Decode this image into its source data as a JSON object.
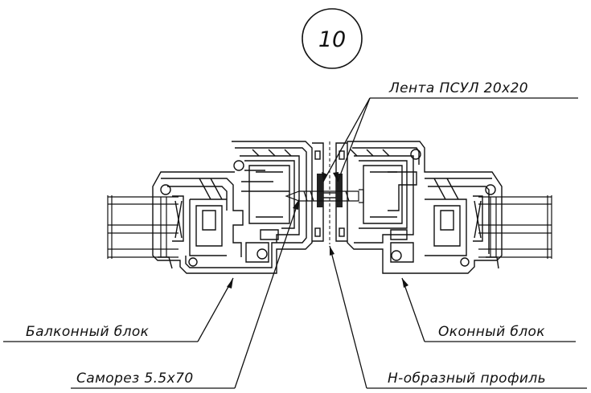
{
  "detail": {
    "number": "10"
  },
  "callouts": {
    "tape": "Лента ПСУЛ 20х20",
    "balcony_block": "Балконный блок",
    "window_block": "Оконный блок",
    "screw": "Саморез 5.5х70",
    "h_profile": "Н-образный профиль"
  },
  "colors": {
    "line": "#111111",
    "background": "#ffffff"
  }
}
